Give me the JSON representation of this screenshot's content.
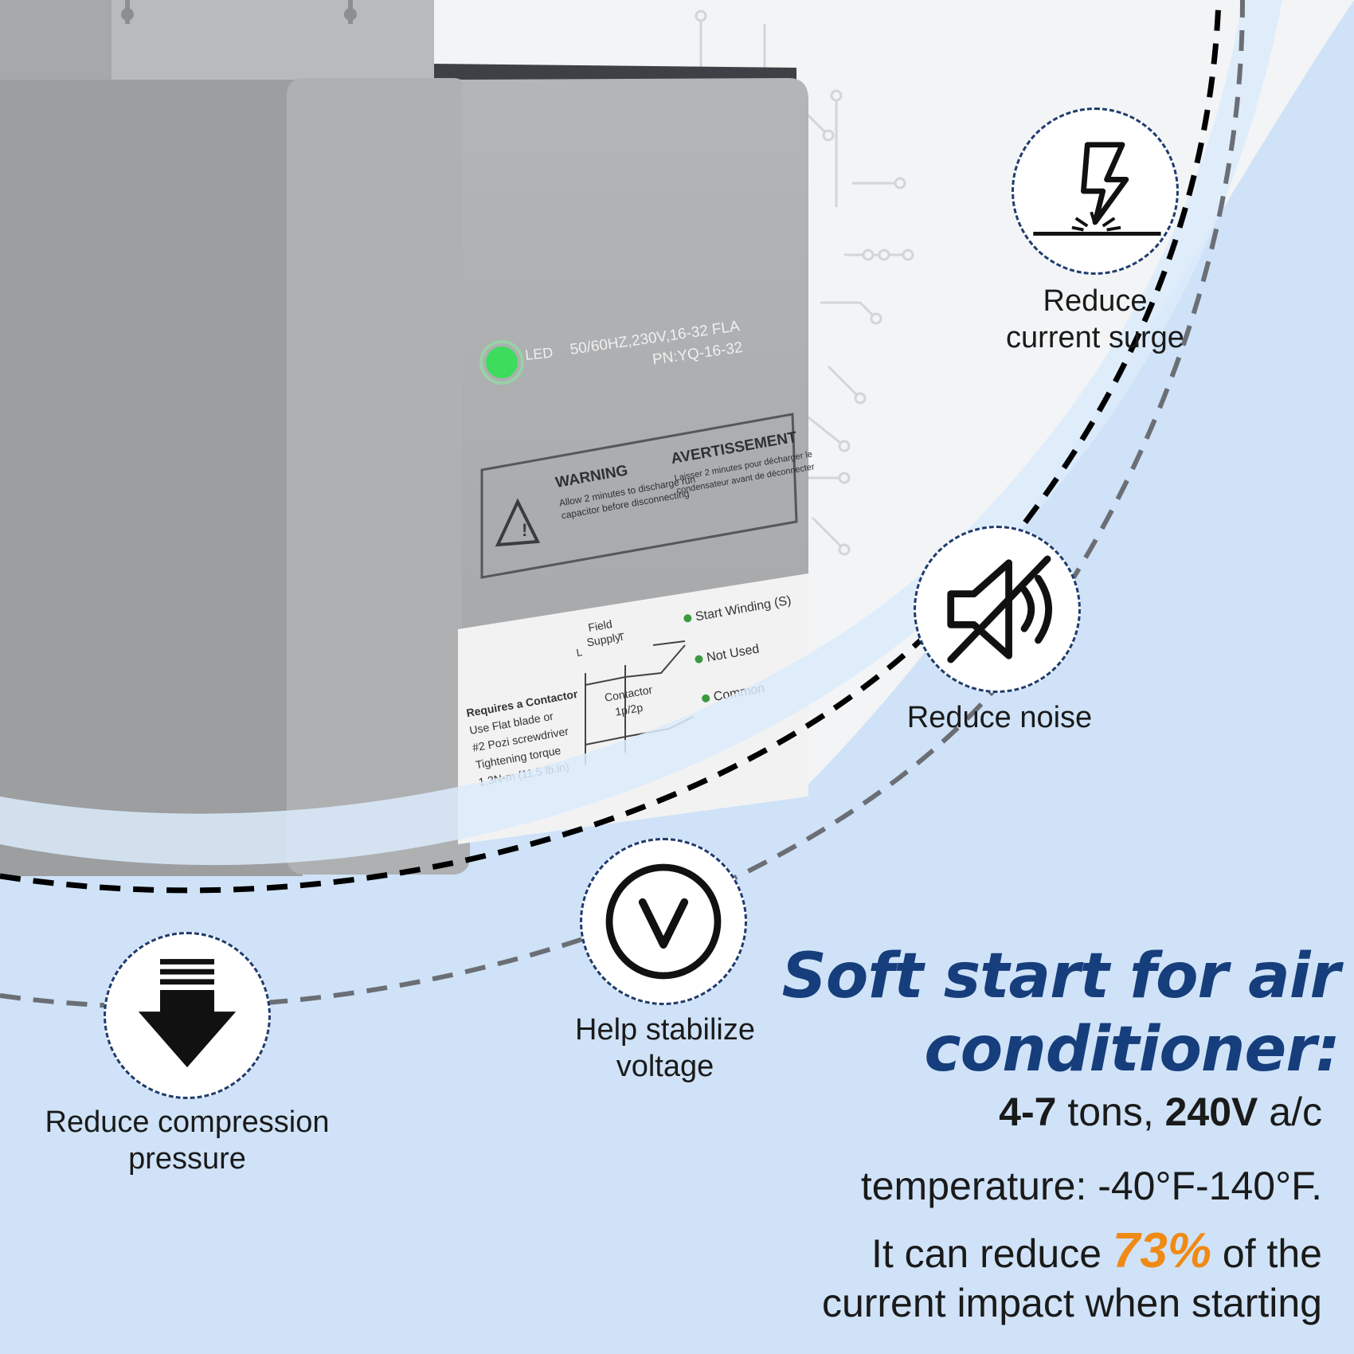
{
  "colors": {
    "background": "#cfe2f7",
    "accent_blue": "#163e7c",
    "highlight_orange": "#f08a14",
    "device_gray": "#a9abad",
    "led_green": "#3ddc5c"
  },
  "device": {
    "led_label": "LED",
    "rating_line1": "50/60HZ,230V,16-32 FLA",
    "rating_line2": "PN:YQ-16-32",
    "warning_title": "WARNING",
    "warning_text_1": "Allow 2 minutes to discharge run",
    "warning_text_2": "capacitor before disconnecting",
    "avertissement_title": "AVERTISSEMENT",
    "avertissement_text_1": "Laisser 2 minutes pour décharger le",
    "avertissement_text_2": "condensateur avant de déconnecter",
    "wiring": {
      "field_supply": "Field",
      "supply": "Supply",
      "l": "L",
      "t": "T",
      "start_winding": "Start Winding (S)",
      "not_used": "Not Used",
      "common": "Common",
      "contactor_1": "Contactor",
      "contactor_2": "1p/2p",
      "requires": "Requires a Contactor",
      "use_1": "Use Flat blade or",
      "use_2": "#2 Pozi screwdriver",
      "torque_1": "Tightening torque",
      "torque_2": "1.3N•m (11.5 lb.in)"
    }
  },
  "features": [
    {
      "icon": "lightning-surge-icon",
      "caption_1": "Reduce",
      "caption_2": "current surge"
    },
    {
      "icon": "mute-speaker-icon",
      "caption_1": "Reduce noise"
    },
    {
      "icon": "voltage-v-icon",
      "caption_1": "Help stabilize",
      "caption_2": "voltage"
    },
    {
      "icon": "down-arrow-pressure-icon",
      "caption_1": "Reduce compression",
      "caption_2": "pressure"
    }
  ],
  "headline": {
    "line1": "Soft start for air",
    "line2": "conditioner:"
  },
  "specs": {
    "tons_value": "4-7",
    "tons_unit": " tons, ",
    "voltage_value": "240V",
    "voltage_unit": " a/c",
    "temperature": "temperature: -40°F-140°F.",
    "reduce_prefix": "It can reduce ",
    "reduce_percent": "73%",
    "reduce_suffix": " of the",
    "reduce_line2": "current impact when starting"
  }
}
